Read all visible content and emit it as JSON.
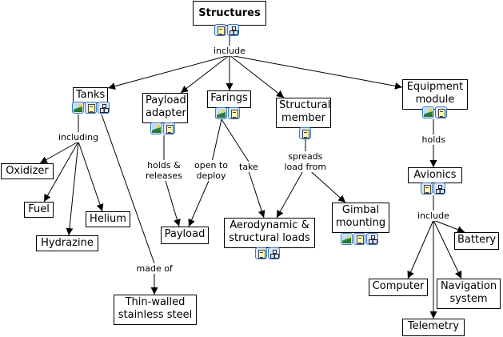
{
  "diagram": {
    "type": "concept-map",
    "root": "structures",
    "nodes": [
      {
        "id": "structures",
        "lines": [
          "Structures"
        ],
        "icons": [
          "document",
          "concept-map"
        ]
      },
      {
        "id": "tanks",
        "lines": [
          "Tanks"
        ],
        "icons": [
          "image",
          "document",
          "concept-map"
        ]
      },
      {
        "id": "payload-adapter",
        "lines": [
          "Payload",
          "adapter"
        ],
        "icons": [
          "image",
          "document"
        ]
      },
      {
        "id": "farings",
        "lines": [
          "Farings"
        ],
        "icons": [
          "image",
          "document"
        ]
      },
      {
        "id": "structural-member",
        "lines": [
          "Structural",
          "member"
        ],
        "icons": [
          "document"
        ]
      },
      {
        "id": "equipment-module",
        "lines": [
          "Equipment",
          "module"
        ],
        "icons": [
          "image",
          "document"
        ]
      },
      {
        "id": "oxidizer",
        "lines": [
          "Oxidizer"
        ],
        "icons": []
      },
      {
        "id": "fuel",
        "lines": [
          "Fuel"
        ],
        "icons": []
      },
      {
        "id": "hydrazine",
        "lines": [
          "Hydrazine"
        ],
        "icons": []
      },
      {
        "id": "helium",
        "lines": [
          "Helium"
        ],
        "icons": []
      },
      {
        "id": "payload",
        "lines": [
          "Payload"
        ],
        "icons": []
      },
      {
        "id": "aero-loads",
        "lines": [
          "Aerodynamic &",
          "structural loads"
        ],
        "icons": [
          "document",
          "concept-map"
        ]
      },
      {
        "id": "gimbal",
        "lines": [
          "Gimbal",
          "mounting"
        ],
        "icons": [
          "image",
          "document",
          "concept-map"
        ]
      },
      {
        "id": "avionics",
        "lines": [
          "Avionics"
        ],
        "icons": [
          "document",
          "concept-map"
        ]
      },
      {
        "id": "battery",
        "lines": [
          "Battery"
        ],
        "icons": []
      },
      {
        "id": "computer",
        "lines": [
          "Computer"
        ],
        "icons": []
      },
      {
        "id": "navigation",
        "lines": [
          "Navigation",
          "system"
        ],
        "icons": []
      },
      {
        "id": "telemetry",
        "lines": [
          "Telemetry"
        ],
        "icons": []
      },
      {
        "id": "steel",
        "lines": [
          "Thin-walled",
          "stainless steel"
        ],
        "icons": []
      }
    ],
    "link_phrases": [
      {
        "id": "lp-include-1",
        "lines": [
          "include"
        ]
      },
      {
        "id": "lp-including",
        "lines": [
          "including"
        ]
      },
      {
        "id": "lp-made-of",
        "lines": [
          "made of"
        ]
      },
      {
        "id": "lp-holds-releases",
        "lines": [
          "holds &",
          "releases"
        ]
      },
      {
        "id": "lp-open-deploy",
        "lines": [
          "open to",
          "deploy"
        ]
      },
      {
        "id": "lp-take",
        "lines": [
          "take"
        ]
      },
      {
        "id": "lp-spreads",
        "lines": [
          "spreads",
          "load from"
        ]
      },
      {
        "id": "lp-holds",
        "lines": [
          "holds"
        ]
      },
      {
        "id": "lp-include-2",
        "lines": [
          "include"
        ]
      }
    ],
    "connections": [
      {
        "from": "structures",
        "via": "lp-include-1",
        "to": [
          "tanks",
          "payload-adapter",
          "farings",
          "structural-member",
          "equipment-module"
        ]
      },
      {
        "from": "tanks",
        "via": "lp-including",
        "to": [
          "oxidizer",
          "fuel",
          "hydrazine",
          "helium"
        ]
      },
      {
        "from": "tanks",
        "via": "lp-made-of",
        "to": [
          "steel"
        ]
      },
      {
        "from": "payload-adapter",
        "via": "lp-holds-releases",
        "to": [
          "payload"
        ]
      },
      {
        "from": "farings",
        "via": "lp-open-deploy",
        "to": [
          "payload"
        ]
      },
      {
        "from": "farings",
        "via": "lp-take",
        "to": [
          "aero-loads"
        ]
      },
      {
        "from": "structural-member",
        "via": "lp-spreads",
        "to": [
          "aero-loads",
          "gimbal"
        ]
      },
      {
        "from": "equipment-module",
        "via": "lp-holds",
        "to": [
          "avionics"
        ]
      },
      {
        "from": "avionics",
        "via": "lp-include-2",
        "to": [
          "battery",
          "computer",
          "navigation",
          "telemetry"
        ]
      }
    ]
  },
  "colors": {
    "node_border": "#000000",
    "icon_border": "#3a78c8",
    "icon_fill": "#dbe8fa",
    "background": "#ffffff"
  }
}
